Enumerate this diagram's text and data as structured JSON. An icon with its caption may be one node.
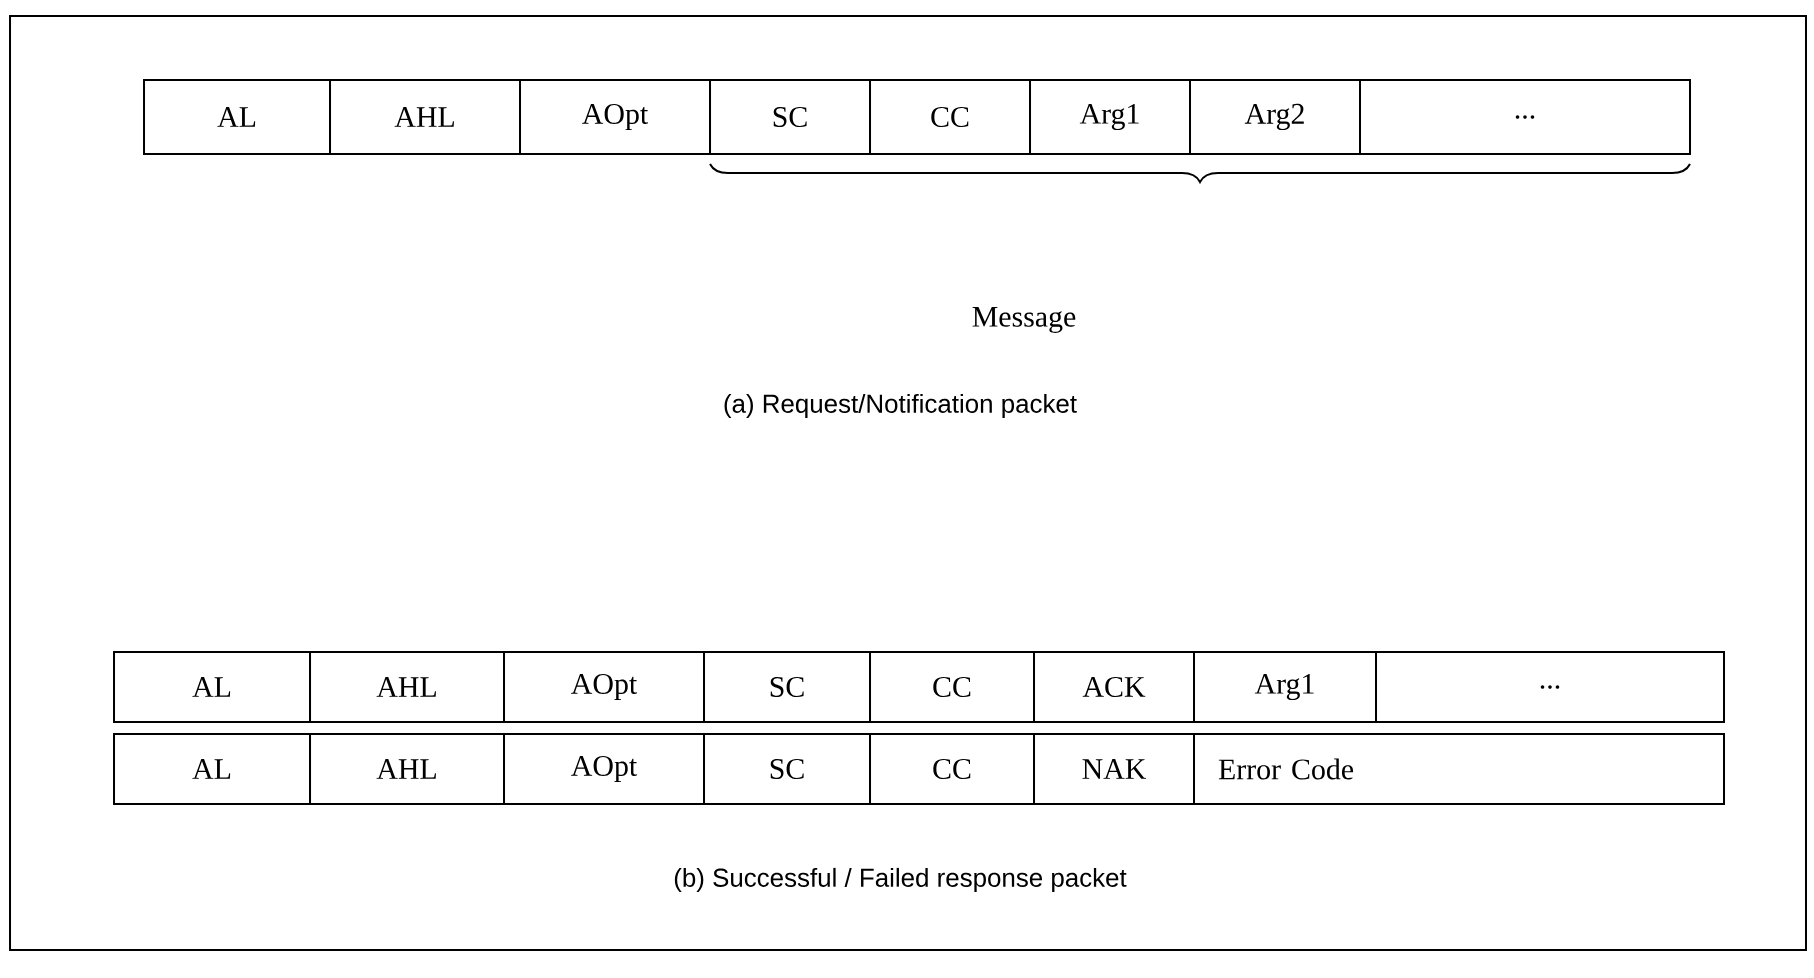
{
  "diagram": {
    "nodes": [
      {
        "text": [
          "AL"
        ]
      },
      {
        "text": [
          "AHL"
        ]
      },
      {
        "text": [
          "AOpt"
        ]
      },
      {
        "text": [
          "SC"
        ]
      },
      {
        "text": [
          "CC"
        ]
      },
      {
        "text": [
          "Arg1"
        ]
      },
      {
        "text": [
          "Arg2"
        ]
      },
      {
        "text": [
          "..."
        ]
      },
      {
        "text": [
          "AL"
        ]
      },
      {
        "text": [
          "AHL"
        ]
      },
      {
        "text": [
          "AOpt"
        ]
      },
      {
        "text": [
          "SC"
        ]
      },
      {
        "text": [
          "CC"
        ]
      },
      {
        "text": [
          "ACK"
        ]
      },
      {
        "text": [
          "Arg1"
        ]
      },
      {
        "text": [
          "..."
        ]
      },
      {
        "text": [
          "AL"
        ]
      },
      {
        "text": [
          "AHL"
        ]
      },
      {
        "text": [
          "AOpt"
        ]
      },
      {
        "text": [
          "SC"
        ]
      },
      {
        "text": [
          "CC"
        ]
      },
      {
        "text": [
          "NAK"
        ]
      },
      {
        "text": [
          "Error Code"
        ]
      }
    ],
    "labels": [
      "Message",
      "(a) Request/Notification packet",
      "(b) Successful / Failed response packet"
    ]
  }
}
